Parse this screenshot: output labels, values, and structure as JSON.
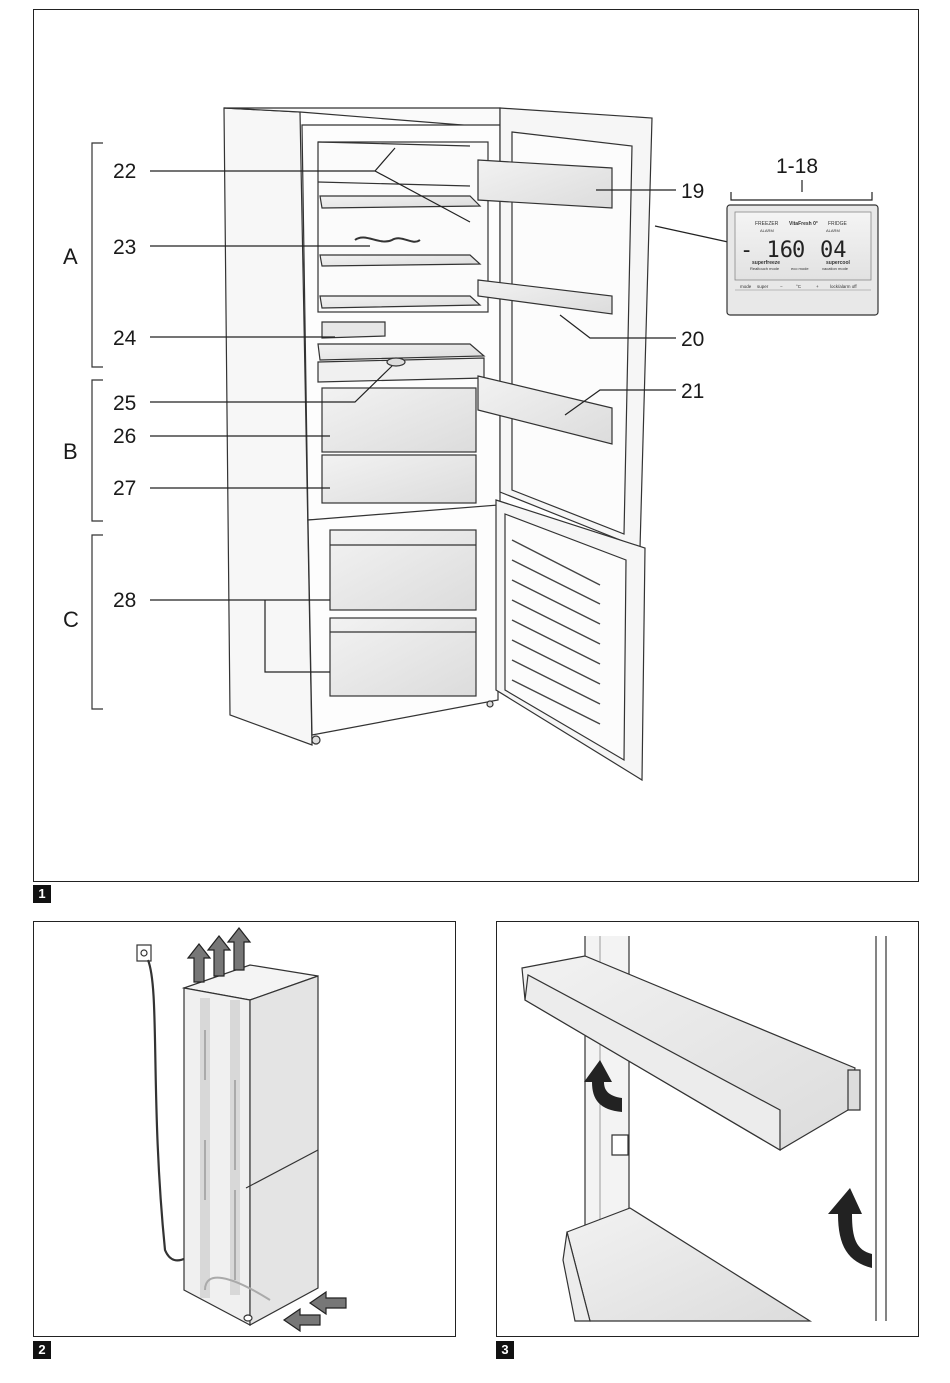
{
  "figures": [
    {
      "number": "1"
    },
    {
      "number": "2"
    },
    {
      "number": "3"
    }
  ],
  "section_labels": [
    "A",
    "B",
    "C"
  ],
  "callouts": {
    "c1_18": "1-18",
    "c19": "19",
    "c20": "20",
    "c21": "21",
    "c22": "22",
    "c23": "23",
    "c24": "24",
    "c25": "25",
    "c26": "26",
    "c27": "27",
    "c28": "28"
  },
  "control_panel": {
    "freezer": "FREEZER",
    "brand": "VitaFresh 0°",
    "fridge": "FRIDGE",
    "alarm_left": "ALARM",
    "alarm_right": "ALARM",
    "freezer_temp": "- 16",
    "vita_temp": "0",
    "fridge_temp": "04",
    "superfreeze": "superfreeze",
    "freeze_sub": "Realtouch mode",
    "eco_mode": "eco mode",
    "supercool": "supercool",
    "vacation": "vacation mode",
    "buttons": [
      "mode",
      "super",
      "−",
      "°C",
      "+",
      "lock/alarm off"
    ]
  }
}
